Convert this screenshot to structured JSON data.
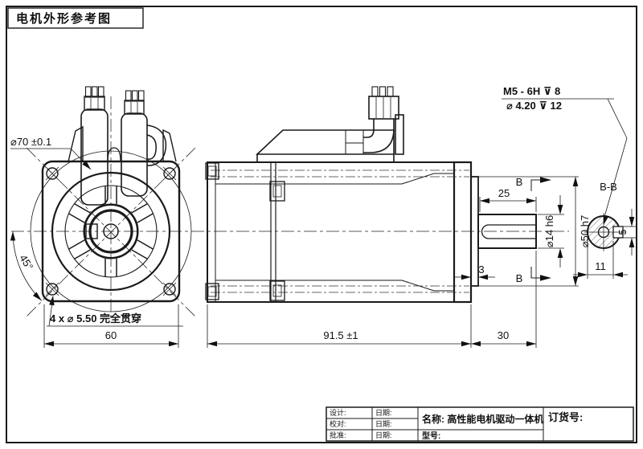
{
  "drawing_title": "电机外形参考图",
  "front_view": {
    "dim_pilot_dia": "⌀70 ±0.1",
    "dim_corner_angle": "45°",
    "dim_mount_holes": "4 x ⌀ 5.50 完全贯穿",
    "dim_flange_width": "60"
  },
  "side_view": {
    "dim_body_length": "91.5 ±1",
    "dim_shaft_length": "30",
    "dim_spigot_depth": "3",
    "dim_keyway_length": "25",
    "dim_shaft_dia": "⌀14 h6",
    "dim_spigot_dia": "⌀50 h7",
    "thread_callout_line1": "M5 - 6H ⊽ 8",
    "thread_callout_line2": "⌀ 4.20 ⊽ 12",
    "section_label_top": "B",
    "section_label_bottom": "B"
  },
  "section_view": {
    "label": "B-B",
    "dim_keyway_width": "5",
    "dim_keyway_depth": "11"
  },
  "title_block": {
    "design_label": "设计:",
    "check_label": "校对:",
    "approve_label": "批准:",
    "date_label": "日期:",
    "name_label": "名称: 高性能电机驱动一体机",
    "model_label": "型号:",
    "order_label": "订货号:"
  }
}
